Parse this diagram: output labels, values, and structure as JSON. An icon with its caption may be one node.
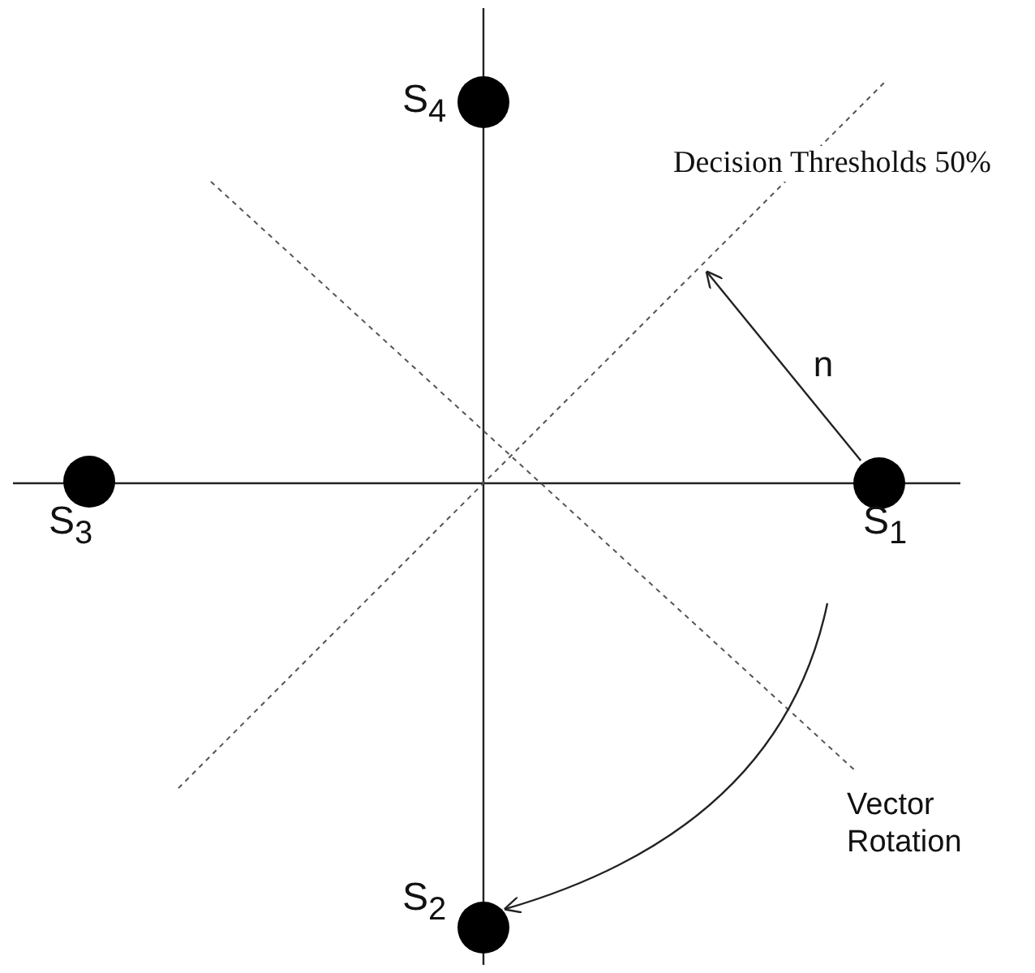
{
  "diagram": {
    "nodes": [
      {
        "text": [],
        "shape": "circle",
        "beside": [
          "S$_{4}$"
        ]
      },
      {
        "text": [],
        "shape": "circle",
        "beside": [
          "S$_{3}$"
        ]
      },
      {
        "text": [],
        "shape": "circle",
        "beside": [
          "S$_{1}$"
        ]
      },
      {
        "text": [],
        "shape": "circle",
        "beside": [
          "S$_{2}$"
        ]
      }
    ],
    "edges": [
      {
        "from": 2,
        "to": null,
        "arrow": "to",
        "label": "n"
      },
      {
        "from": 2,
        "to": 3,
        "arrow": "to",
        "label": "Vector Rotation"
      }
    ],
    "labels": [
      "Decision Thresholds 50%"
    ]
  }
}
